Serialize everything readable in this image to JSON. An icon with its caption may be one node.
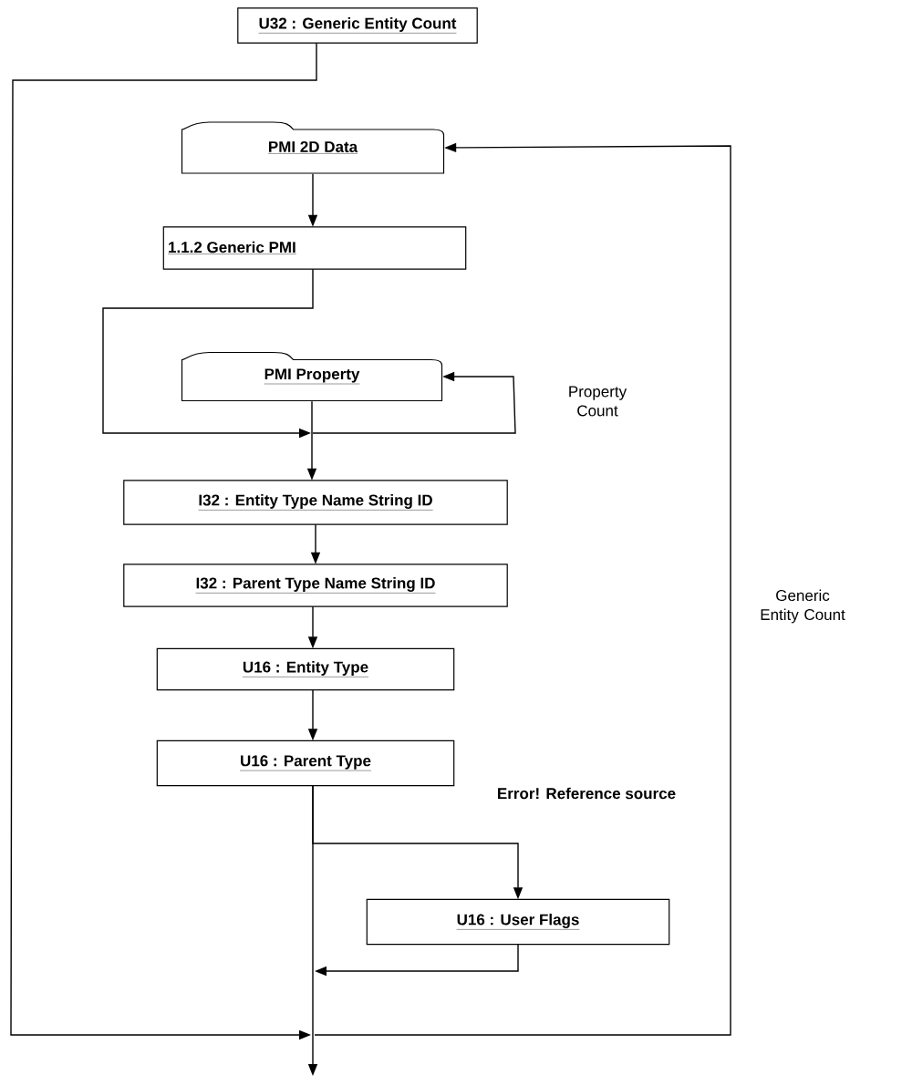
{
  "diagram": {
    "nodes": [
      {
        "text": [
          "U32 : Generic Entity Count"
        ]
      },
      {
        "text": [
          "PMI 2D Data"
        ]
      },
      {
        "text": [
          "1.1.2 Generic PMI"
        ]
      },
      {
        "text": [
          "PMI Property"
        ]
      },
      {
        "text": [
          "I32 : Entity Type Name String ID"
        ]
      },
      {
        "text": [
          "I32 : Parent Type Name String ID"
        ]
      },
      {
        "text": [
          "U16 : Entity Type"
        ]
      },
      {
        "text": [
          "U16 : Parent Type"
        ]
      },
      {
        "text": [
          "U16 : User Flags"
        ]
      }
    ],
    "edges": [
      {
        "from": 0,
        "to": null,
        "arrow": "to"
      },
      {
        "from": 1,
        "to": 2,
        "arrow": "to"
      },
      {
        "from": 2,
        "to": null,
        "arrow": "to"
      },
      {
        "from": 3,
        "to": 4,
        "arrow": "to"
      },
      {
        "from": null,
        "to": 3,
        "arrow": "to",
        "label": "Property Count"
      },
      {
        "from": 4,
        "to": 5,
        "arrow": "to"
      },
      {
        "from": 5,
        "to": 6,
        "arrow": "to"
      },
      {
        "from": 6,
        "to": 7,
        "arrow": "to"
      },
      {
        "from": 7,
        "to": 8,
        "arrow": "to",
        "label": "Error! Reference source"
      },
      {
        "from": 7,
        "to": null,
        "arrow": "to"
      },
      {
        "from": 8,
        "to": null,
        "arrow": "to"
      },
      {
        "from": null,
        "to": 1,
        "arrow": "to",
        "label": "Generic Entity Count"
      }
    ]
  }
}
